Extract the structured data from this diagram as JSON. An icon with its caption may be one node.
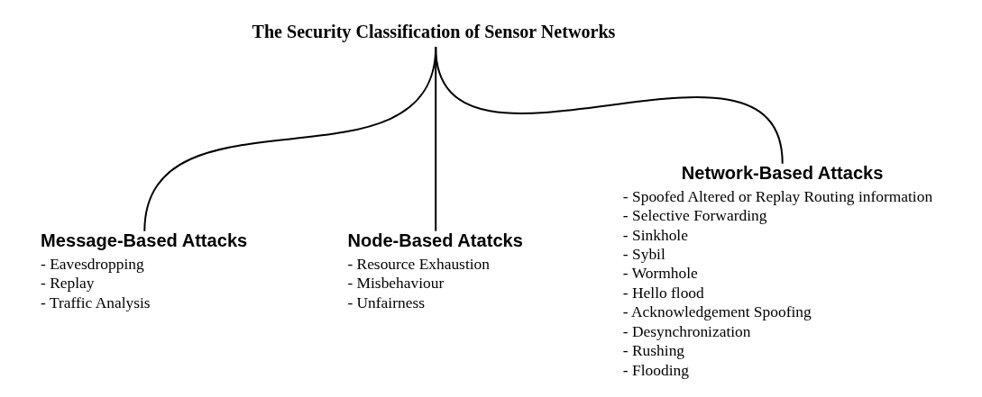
{
  "diagram": {
    "nodes": [
      {
        "text": [
          "The Security Classification of Sensor Networks"
        ]
      },
      {
        "text": [
          "Message-Based Attacks"
        ],
        "beside": [
          "- Eavesdropping",
          "- Replay",
          "- Traffic Analysis"
        ]
      },
      {
        "text": [
          "Node-Based Atatcks"
        ],
        "beside": [
          "- Resource Exhaustion",
          "- Misbehaviour",
          "- Unfairness"
        ]
      },
      {
        "text": [
          "Network-Based Attacks"
        ],
        "beside": [
          "- Spoofed Altered or Replay Routing information",
          "- Selective Forwarding",
          "- Sinkhole",
          "- Sybil",
          "- Wormhole",
          "- Hello flood",
          "- Acknowledgement Spoofing",
          "- Desynchronization",
          "- Rushing",
          "- Flooding"
        ]
      }
    ],
    "edges": [
      {
        "from": 0,
        "to": 1,
        "arrow": "none"
      },
      {
        "from": 0,
        "to": 2,
        "arrow": "none"
      },
      {
        "from": 0,
        "to": 3,
        "arrow": "none"
      }
    ]
  }
}
